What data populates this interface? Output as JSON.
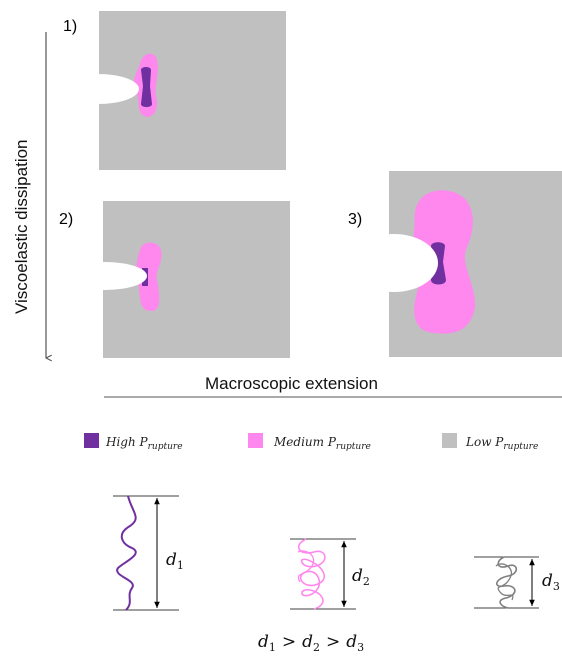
{
  "panels": [
    {
      "number": "1)"
    },
    {
      "number": "2)"
    },
    {
      "number": "3)"
    }
  ],
  "axes": {
    "y_label": "Viscoelastic dissipation",
    "x_label": "Macroscopic extension"
  },
  "legend": [
    {
      "prefix": "High",
      "symbol": "P",
      "subscript": "rupture",
      "color": "#7030a0"
    },
    {
      "prefix": "Medium",
      "symbol": "P",
      "subscript": "rupture",
      "color": "#ff88ee"
    },
    {
      "prefix": "Low",
      "symbol": "P",
      "subscript": "rupture",
      "color": "#c0c0c0"
    }
  ],
  "chains": [
    {
      "symbol": "d",
      "subscript": "1",
      "color": "#7030a0"
    },
    {
      "symbol": "d",
      "subscript": "2",
      "color": "#ff88ee"
    },
    {
      "symbol": "d",
      "subscript": "3",
      "color": "#808080"
    }
  ],
  "relation": {
    "terms": [
      {
        "symbol": "d",
        "subscript": "1"
      },
      {
        "symbol": "d",
        "subscript": "2"
      },
      {
        "symbol": "d",
        "subscript": "3"
      }
    ],
    "operator": ">"
  },
  "colors": {
    "low": "#c0c0c0",
    "medium": "#ff88ee",
    "high": "#7030a0",
    "crack": "#ffffff",
    "axis": "#555555"
  }
}
